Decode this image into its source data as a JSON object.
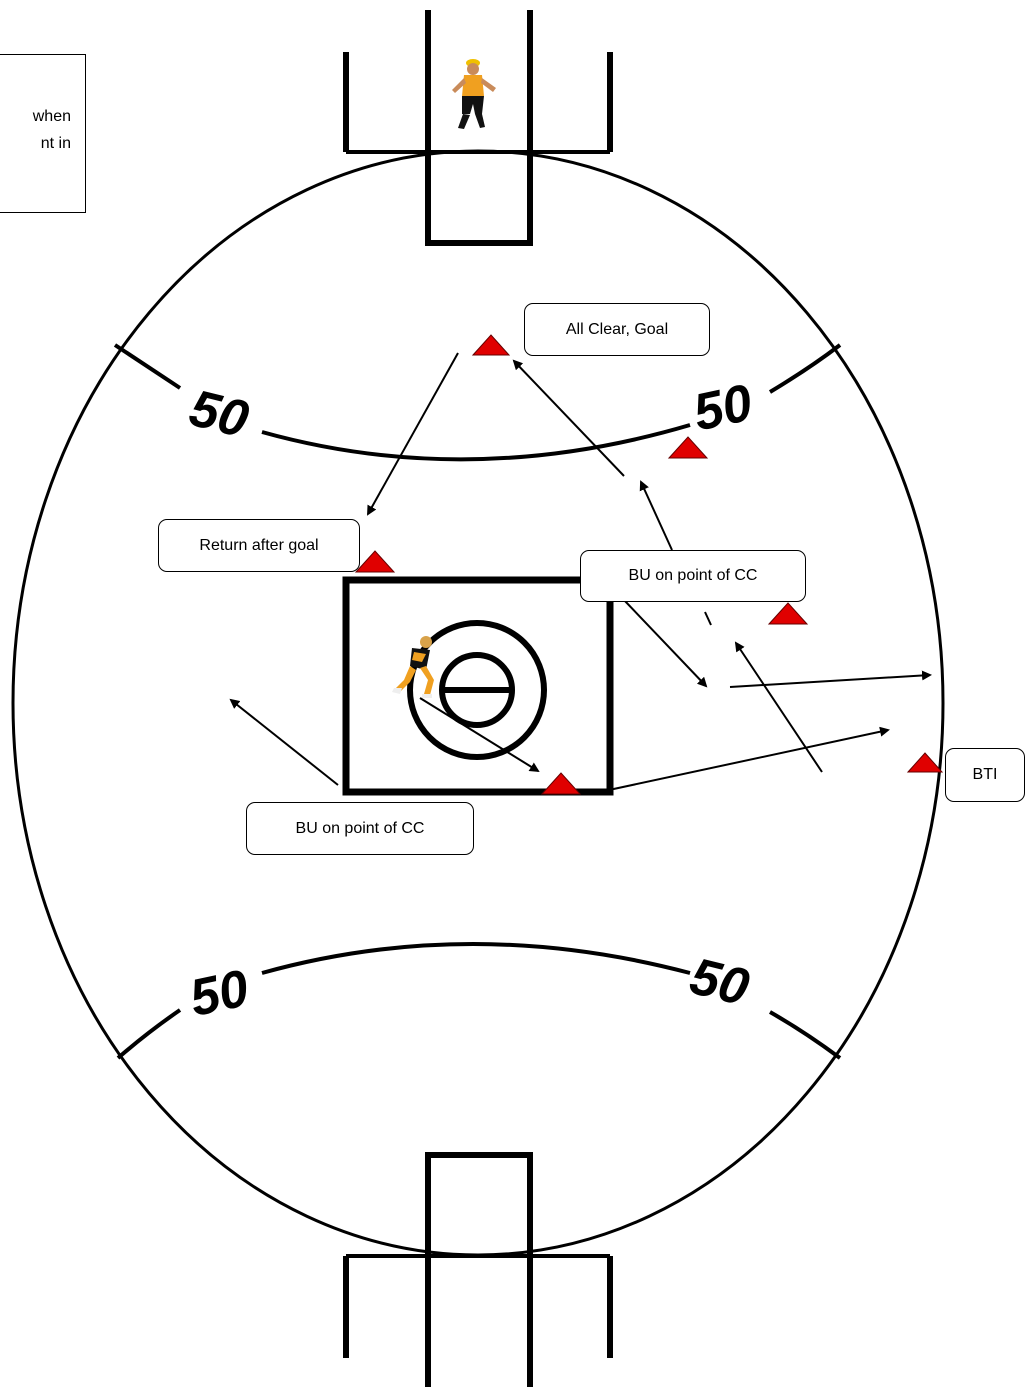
{
  "note": {
    "line1": "when",
    "line2": "nt in"
  },
  "fifty_marks": {
    "top_left": "50",
    "top_right": "50",
    "bottom_left": "50",
    "bottom_right": "50"
  },
  "labels": {
    "all_clear": "All Clear, Goal",
    "return_after_goal": "Return after goal",
    "bu_right": "BU on point of CC",
    "bu_bottom": "BU on point of CC",
    "bti": "BTI"
  },
  "colors": {
    "marker": "#e00000",
    "lines": "#000000",
    "figure_shirt": "#f0a020",
    "figure_pants": "#111111"
  },
  "icons": {
    "umpire_goal": "umpire-figure-icon",
    "umpire_center": "running-umpire-icon",
    "marker": "red-triangle-icon"
  }
}
